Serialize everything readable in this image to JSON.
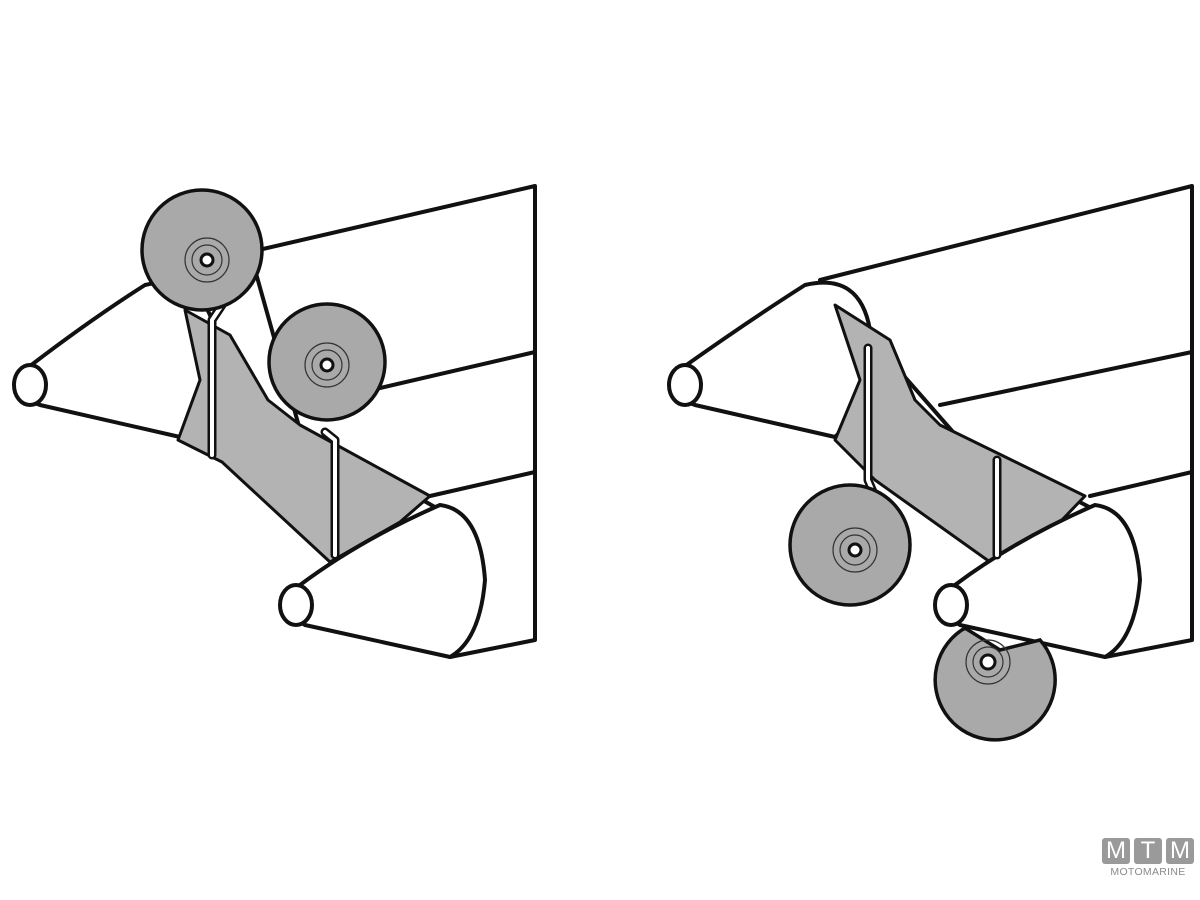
{
  "diagram": {
    "panels": [
      {
        "name": "wheels-raised",
        "state": "raised"
      },
      {
        "name": "wheels-lowered",
        "state": "lowered"
      }
    ]
  },
  "logo": {
    "letters": [
      "M",
      "T",
      "M"
    ],
    "subtitle": "MOTOMARINE",
    "color": "#9a9a9a"
  }
}
